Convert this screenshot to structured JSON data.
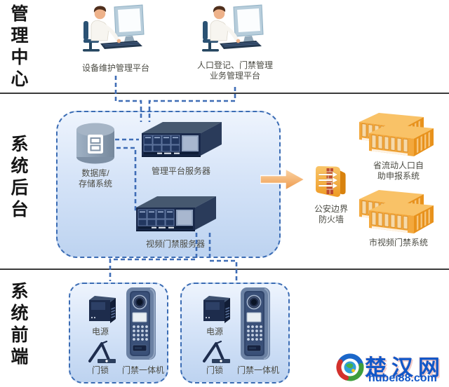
{
  "sections": [
    {
      "label": "管理中心"
    },
    {
      "label": "系统后台"
    },
    {
      "label": "系统前端"
    }
  ],
  "management": {
    "workstation1": {
      "label": "设备维护管理平台"
    },
    "workstation2": {
      "line1": "人口登记、门禁管理",
      "line2": "业务管理平台"
    }
  },
  "backend": {
    "database": {
      "line1": "数据库/",
      "line2": "存储系统"
    },
    "server1": {
      "label": "管理平台服务器"
    },
    "server2": {
      "label": "视频门禁服务器"
    },
    "firewall": {
      "line1": "公安边界",
      "line2": "防火墙"
    },
    "external1": {
      "line1": "省流动人口自",
      "line2": "助申报系统"
    },
    "external2": {
      "label": "市视频门禁系统"
    }
  },
  "frontend": {
    "unit1": {
      "power": "电源",
      "lock": "门锁",
      "device": "门禁一体机"
    },
    "unit2": {
      "power": "电源",
      "lock": "门锁",
      "device": "门禁一体机"
    }
  },
  "watermark": {
    "name": "楚汉网",
    "url": "hubei88.com"
  },
  "colors": {
    "zone_border": "#3b6cb4",
    "zone_fill_top": "#eef4fd",
    "zone_fill_bottom": "#bdd3f0",
    "connector": "#3f6db6",
    "arrow_orange": "#f0a150",
    "firewall_orange": "#f2a43c",
    "external_server_orange": "#f2a438",
    "device_navy": "#1d2c4c",
    "database_gray": "#8b9db1",
    "brand_blue": "#1157c8"
  }
}
